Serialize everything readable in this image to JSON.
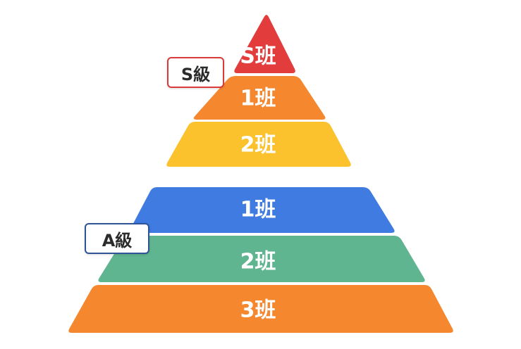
{
  "groups": [
    {
      "badge": "S級",
      "badge_color": "#d93a3a",
      "tiers": [
        {
          "label": "S班",
          "color": "#e23c3c"
        },
        {
          "label": "1班",
          "color": "#f5872f"
        },
        {
          "label": "2班",
          "color": "#fbc22e"
        }
      ]
    },
    {
      "badge": "A級",
      "badge_color": "#2f5597",
      "tiers": [
        {
          "label": "1班",
          "color": "#3f7be0"
        },
        {
          "label": "2班",
          "color": "#5fb590"
        },
        {
          "label": "3班",
          "color": "#f5872f"
        }
      ]
    }
  ]
}
